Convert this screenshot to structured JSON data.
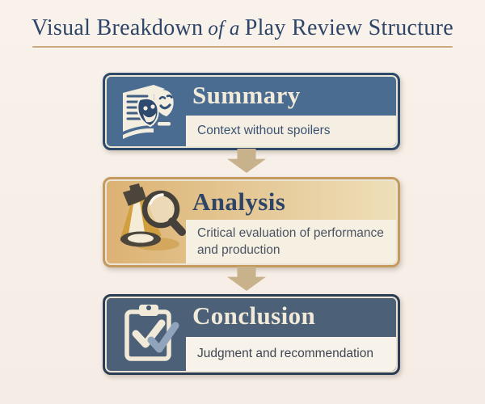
{
  "title": {
    "part1": "Visual Breakdown",
    "part2": "of a",
    "part3": "Play Review Structure",
    "full": "Visual Breakdown of a Play Review Structure",
    "color": "#2e4468",
    "divider_color": "#cba87d"
  },
  "steps": [
    {
      "title": "Summary",
      "subtitle": "Context without spoilers",
      "subtitle_lines": [
        "Context without spoilers"
      ],
      "icon": "theater-masks-icon",
      "theme": "blue",
      "colors": {
        "fill": "#4a6c91",
        "border": "#2e4a6b",
        "inner_line": "#ece4d4",
        "title": "#f2ebd9",
        "band": "#f4efe2",
        "subtitle": "#3c5273"
      }
    },
    {
      "title": "Analysis",
      "subtitle": "Critical evaluation of performance and production",
      "subtitle_lines": [
        "Critical evaluation of performance",
        "and production"
      ],
      "icon": "spotlight-magnifier-icon",
      "theme": "gold",
      "colors": {
        "fill_left": "#dcb273",
        "fill_right": "#eedfb9",
        "border": "#c49a5f",
        "inner_line": "#ece4d4",
        "title": "#2e4466",
        "band": "#f5f0e1",
        "subtitle": "#4b5363"
      }
    },
    {
      "title": "Conclusion",
      "subtitle": "Judgment and recommendation",
      "subtitle_lines": [
        "Judgment and recommendation"
      ],
      "icon": "clipboard-check-icon",
      "theme": "slate",
      "colors": {
        "fill": "#4c6078",
        "border": "#2c3e54",
        "inner_line": "#ece4d4",
        "title": "#f1ead9",
        "band": "#f7f3ea",
        "subtitle": "#3e4450"
      }
    }
  ],
  "connectors": [
    {
      "name": "down-arrow",
      "color": "#c7b28c"
    },
    {
      "name": "down-arrow",
      "color": "#c7b28c"
    }
  ],
  "background_color": "#f6efe7"
}
